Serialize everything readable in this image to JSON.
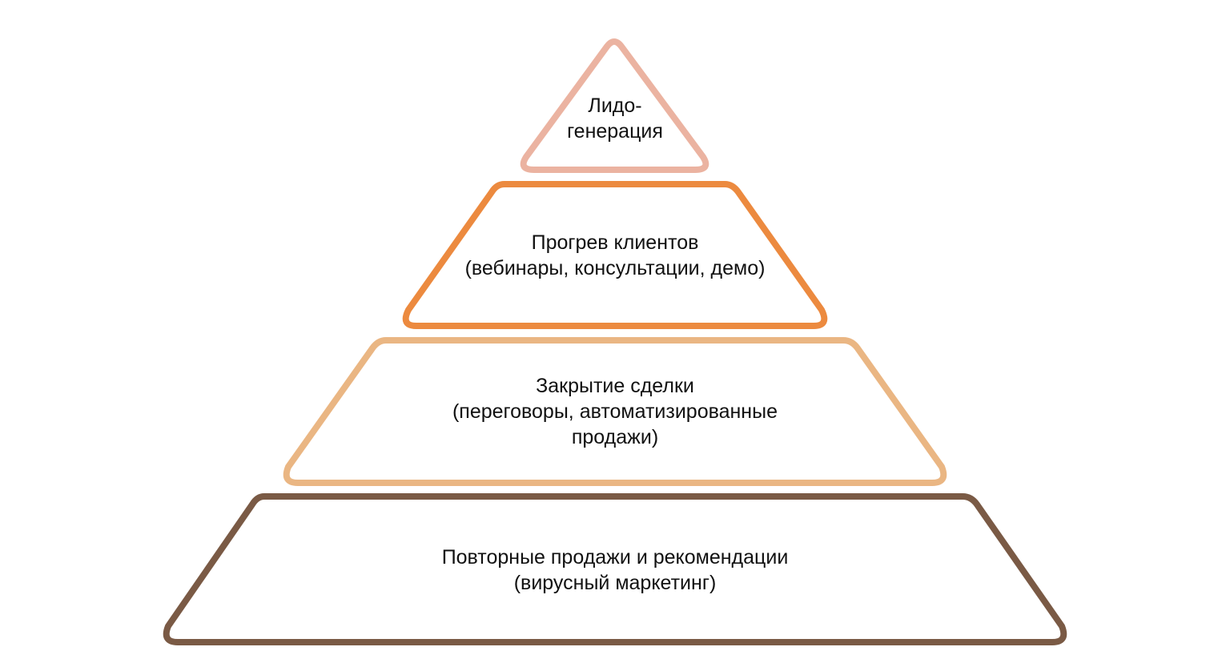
{
  "levels": [
    {
      "lines": [
        "Лидо-",
        "генерация"
      ],
      "color": "#EBB3A1"
    },
    {
      "lines": [
        "Прогрев клиентов",
        "(вебинары, консультации, демо)"
      ],
      "color": "#EC8A3F"
    },
    {
      "lines": [
        "Закрытие сделки",
        "(переговоры, автоматизированные",
        "продажи)"
      ],
      "color": "#EAB683"
    },
    {
      "lines": [
        "Повторные продажи и рекомендации",
        "(вирусный маркетинг)"
      ],
      "color": "#7A5A45"
    }
  ]
}
